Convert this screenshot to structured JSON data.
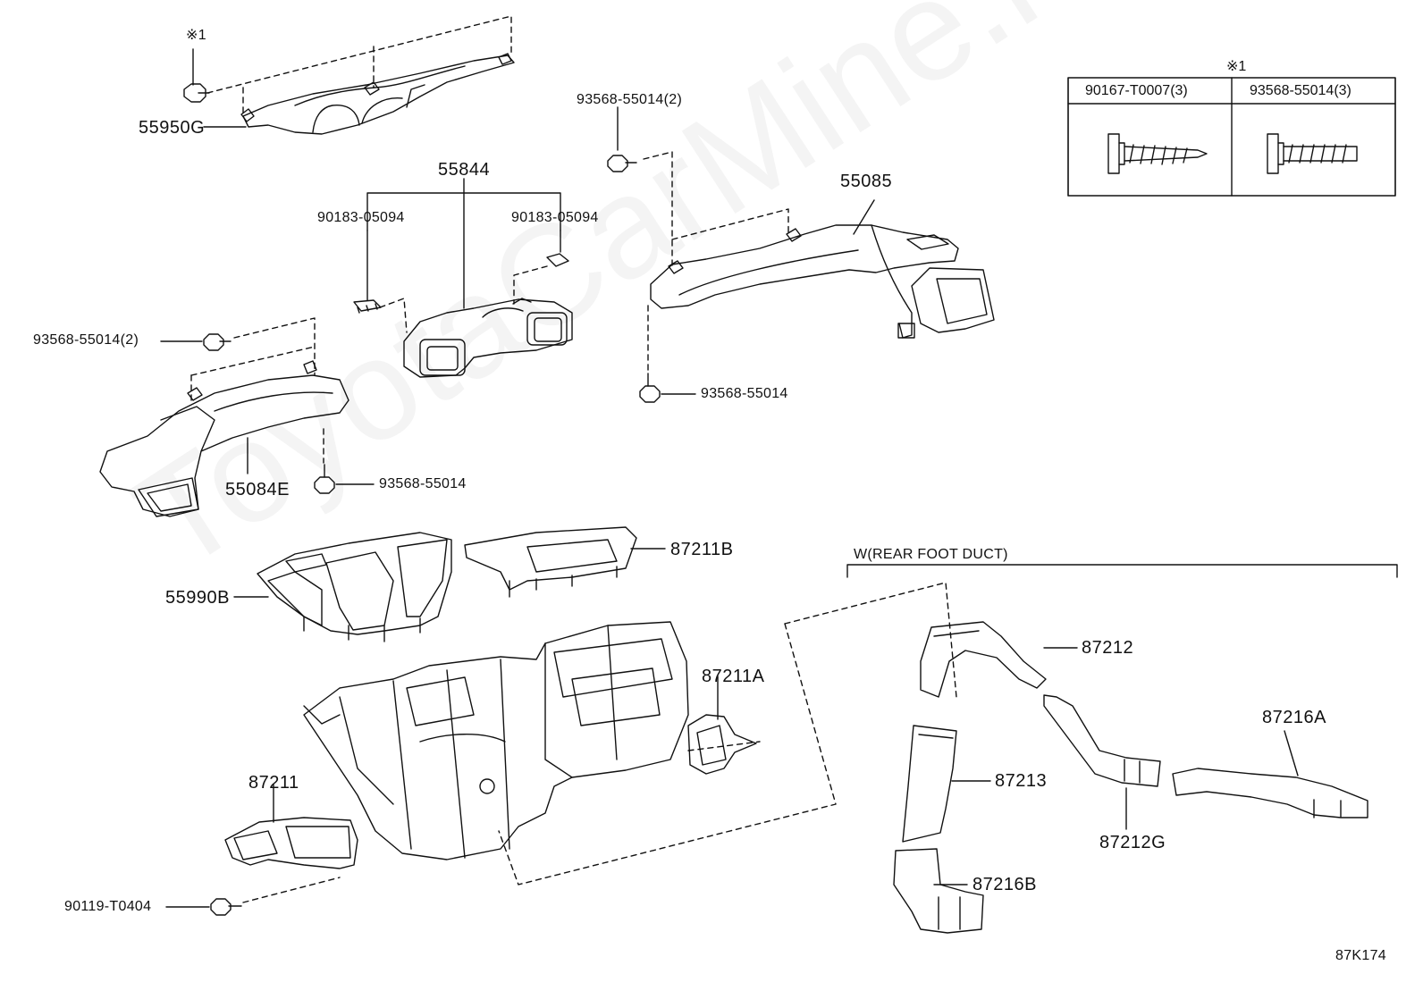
{
  "diagram": {
    "watermark": "ToyotaCarMine.ru",
    "reference_code": "87K174",
    "mark_note": "※1",
    "section_label": "W(REAR FOOT DUCT)",
    "table": {
      "marker": "※1",
      "headers": [
        "90167-T0007(3)",
        "93568-55014(3)"
      ]
    },
    "parts": {
      "p55950G": "55950G",
      "p55844": "55844",
      "p90183a": "90183-05094",
      "p90183b": "90183-05094",
      "p93568_top": "93568-55014(2)",
      "p55085": "55085",
      "p93568_left": "93568-55014(2)",
      "p93568_mid": "93568-55014",
      "p55084E": "55084E",
      "p93568_low": "93568-55014",
      "p87211B": "87211B",
      "p55990B": "55990B",
      "p87211A": "87211A",
      "p87211": "87211",
      "p90119": "90119-T0404",
      "p87212": "87212",
      "p87216A": "87216A",
      "p87213": "87213",
      "p87212G": "87212G",
      "p87216B": "87216B"
    }
  }
}
